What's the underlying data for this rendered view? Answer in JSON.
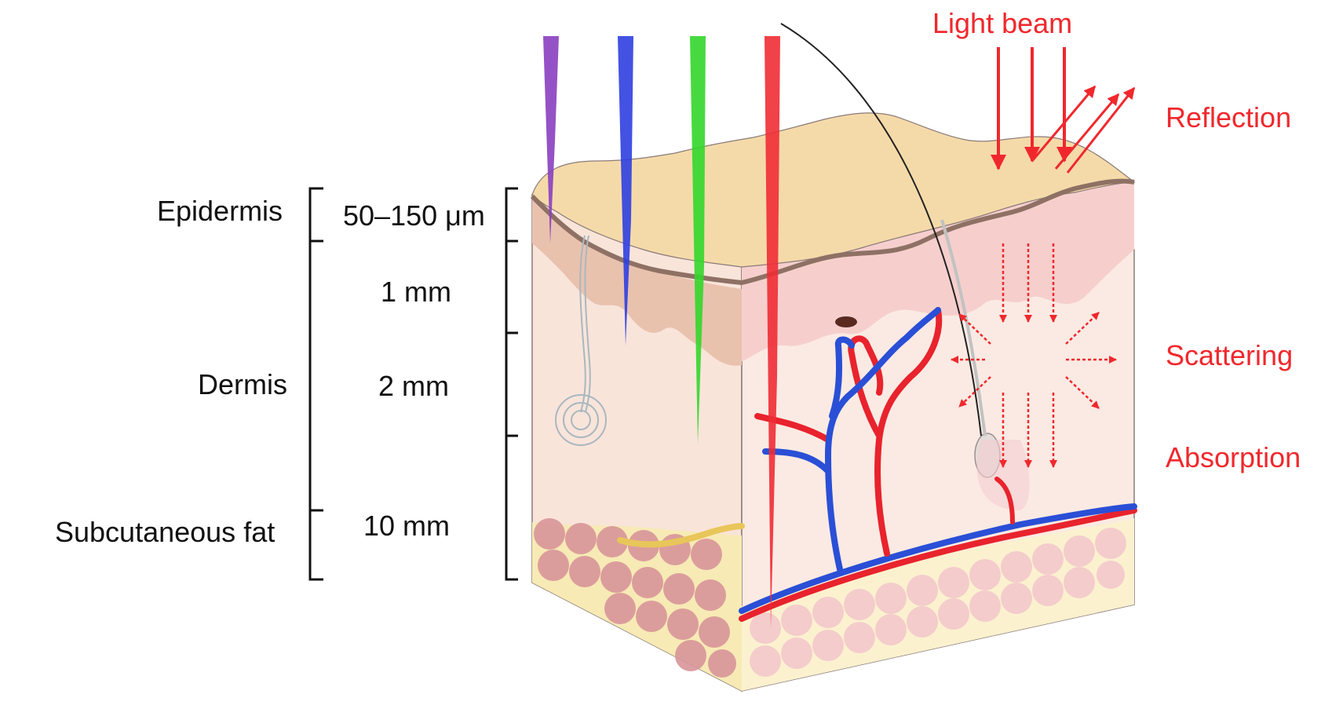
{
  "layers": {
    "epidermis": "Epidermis",
    "dermis": "Dermis",
    "subcutaneous_fat": "Subcutaneous fat"
  },
  "depths": {
    "d1": "50–150 μm",
    "d2": "1 mm",
    "d3": "2 mm",
    "d4": "10 mm"
  },
  "light": {
    "beam": "Light beam",
    "reflection": "Reflection",
    "scattering": "Scattering",
    "absorption": "Absorption"
  },
  "colors": {
    "annotation_red": "#f0282d",
    "violet_beam": "#8a3fc0",
    "blue_beam": "#2f3fe0",
    "green_beam": "#33d62b",
    "red_beam": "#f02c35",
    "epidermis_top": "#f3d9a8",
    "dermis": "#f8e1d6",
    "fat": "#f7eab5",
    "fat_cells": "#d9959a",
    "artery": "#e8232d",
    "vein": "#2a4fd6"
  }
}
